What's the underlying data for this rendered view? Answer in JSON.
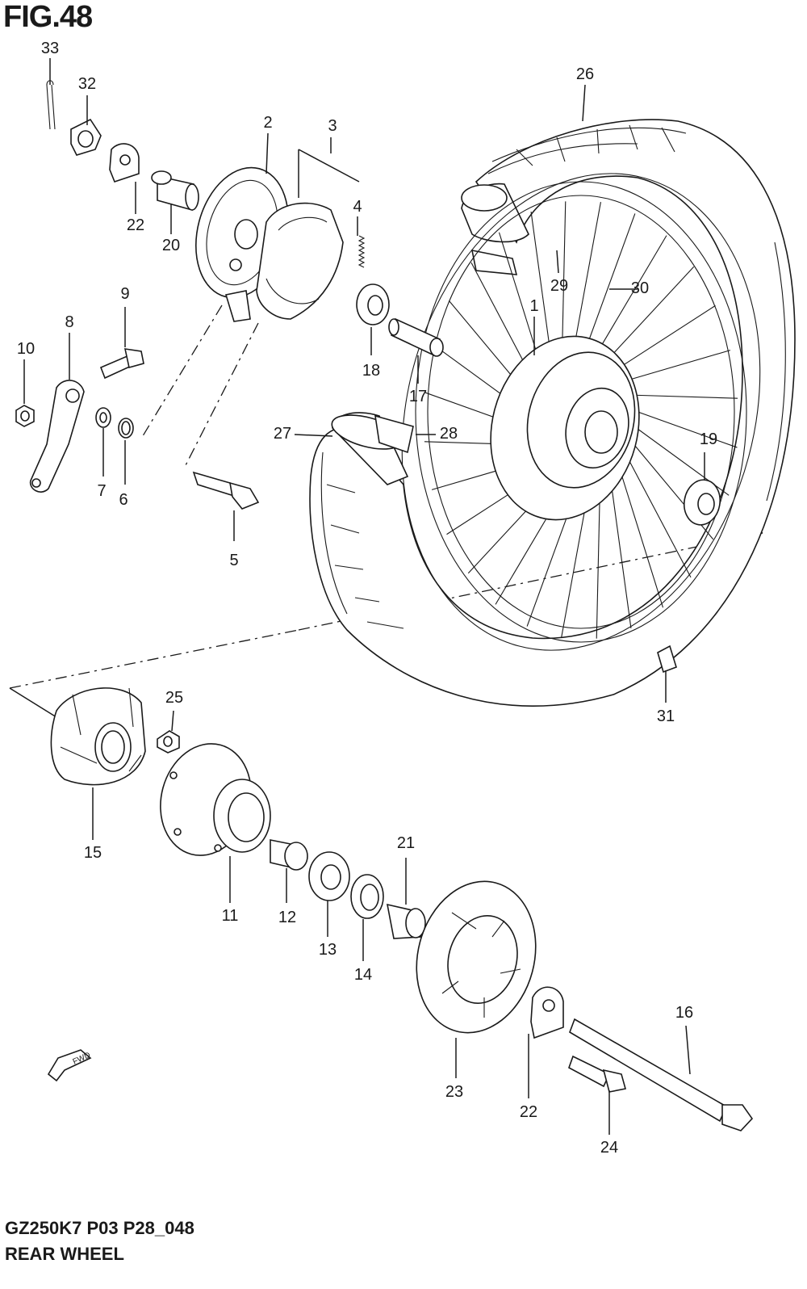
{
  "figure": {
    "title": "FIG.48",
    "model_code": "GZ250K7 P03 P28_048",
    "name": "REAR WHEEL",
    "fwd_label": "FWD"
  },
  "callouts": [
    "1",
    "2",
    "3",
    "4",
    "5",
    "6",
    "7",
    "8",
    "9",
    "10",
    "11",
    "12",
    "13",
    "14",
    "15",
    "16",
    "17",
    "18",
    "19",
    "20",
    "21",
    "22",
    "23",
    "24",
    "25",
    "26",
    "27",
    "28",
    "29",
    "30",
    "31",
    "32",
    "33",
    "22"
  ]
}
